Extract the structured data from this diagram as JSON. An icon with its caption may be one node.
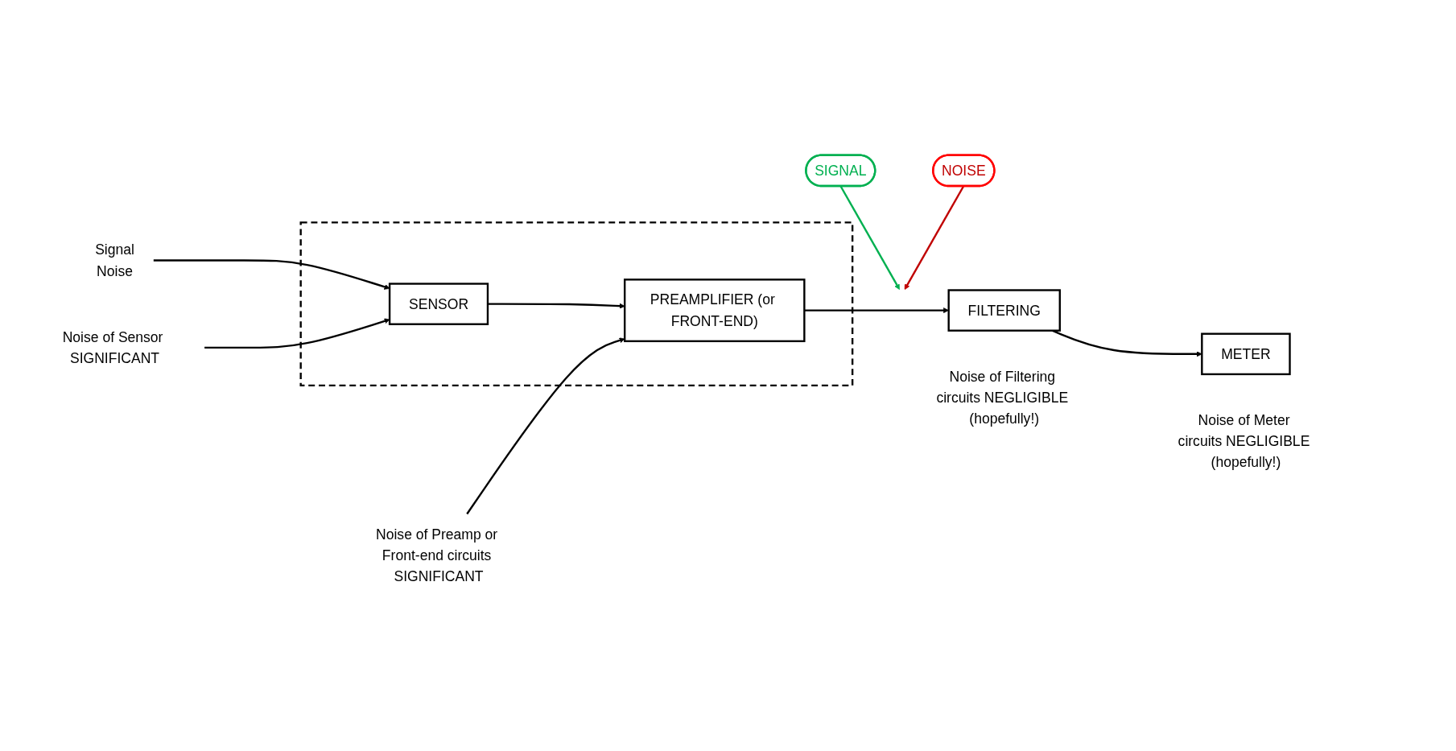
{
  "diagram": {
    "nodes": [
      {
        "text": [],
        "shape": "box"
      },
      {
        "text": [
          "SENSOR"
        ],
        "in": 0
      },
      {
        "text": [
          "PREAMPLIFIER (or FRONT-END)"
        ],
        "in": 0
      },
      {
        "text": [
          "FILTERING"
        ],
        "beside": [
          "Noise of Filtering circuits NEGLIGIBLE (hopefully!)"
        ]
      },
      {
        "text": [
          "METER"
        ],
        "beside": [
          "Noise of Meter circuits NEGLIGIBLE (hopefully!)"
        ]
      },
      {
        "text": [
          "SIGNAL"
        ]
      },
      {
        "text": [
          "NOISE"
        ]
      },
      {
        "text": [
          "Signal",
          "Noise"
        ]
      },
      {
        "text": [
          "Noise of Sensor SIGNIFICANT"
        ]
      },
      {
        "text": [
          "Noise of Preamp or Front-end circuits SIGNIFICANT"
        ]
      }
    ],
    "edges": [
      {
        "from": 7,
        "to": 1,
        "arrow": "to"
      },
      {
        "from": 1,
        "to": 2,
        "arrow": "to"
      },
      {
        "from": 2,
        "to": 3,
        "arrow": "to"
      },
      {
        "from": 3,
        "to": 4,
        "arrow": "to"
      },
      {
        "from": 8,
        "to": 1,
        "arrow": "to"
      },
      {
        "from": 9,
        "to": 2,
        "arrow": "to"
      },
      {
        "from": 5,
        "to": null,
        "arrow": "to",
        "color": "#00b050"
      },
      {
        "from": 6,
        "to": null,
        "arrow": "to",
        "color": "#c00000"
      }
    ]
  }
}
